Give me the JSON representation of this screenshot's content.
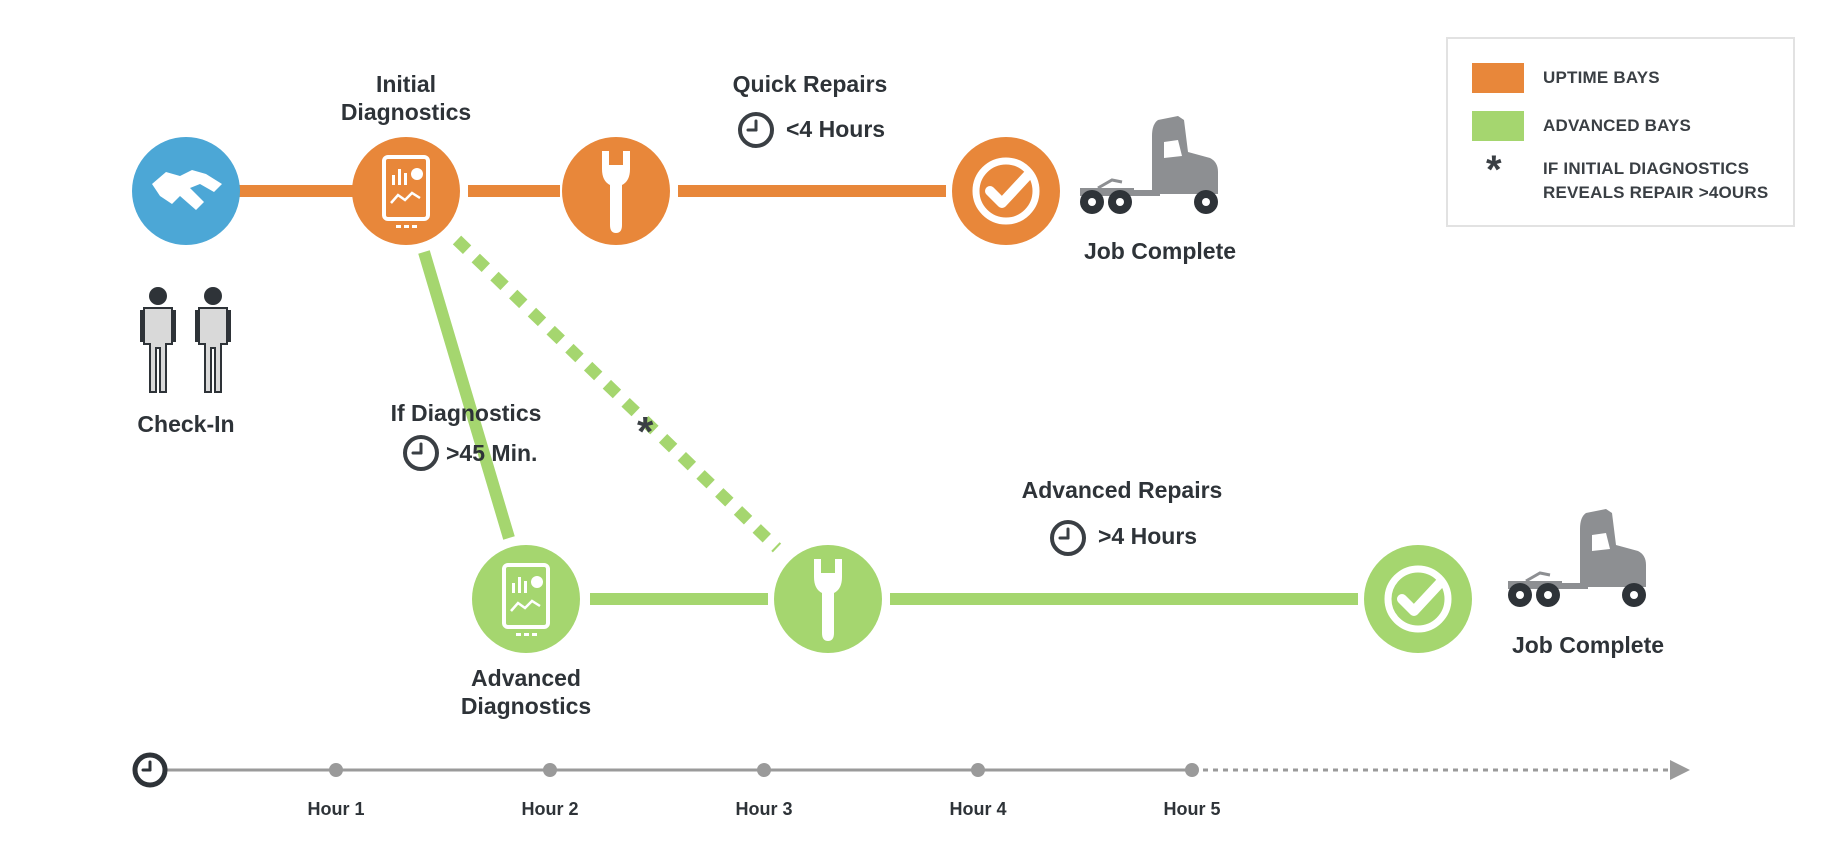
{
  "colors": {
    "uptime": "#e8873a",
    "advanced": "#a5d66f",
    "checkin": "#4ca7d6",
    "text": "#2e3338",
    "timeline": "#9a9a9a",
    "truck": "#8d8f92"
  },
  "legend": {
    "uptime_label": "UPTIME BAYS",
    "advanced_label": "ADVANCED BAYS",
    "asterisk": "*",
    "note_line1": "IF INITIAL DIAGNOSTICS",
    "note_line2": "REVEALS REPAIR >4OURS"
  },
  "nodes": {
    "checkin_label": "Check-In",
    "initial_diag_line1": "Initial",
    "initial_diag_line2": "Diagnostics",
    "quick_repairs_label": "Quick Repairs",
    "quick_repairs_time": "<4 Hours",
    "job_complete_top": "Job Complete",
    "if_diag_label": "If Diagnostics",
    "if_diag_time": ">45 Min.",
    "adv_diag_line1": "Advanced",
    "adv_diag_line2": "Diagnostics",
    "adv_repairs_label": "Advanced Repairs",
    "adv_repairs_time": ">4 Hours",
    "job_complete_bottom": "Job Complete",
    "asterisk": "*"
  },
  "timeline": {
    "hours": [
      "Hour 1",
      "Hour 2",
      "Hour 3",
      "Hour 4",
      "Hour 5"
    ]
  },
  "icons": [
    "handshake-icon",
    "tablet-chart-icon",
    "wrench-icon",
    "checkmark-icon",
    "truck-icon",
    "clock-icon",
    "person-icon"
  ]
}
